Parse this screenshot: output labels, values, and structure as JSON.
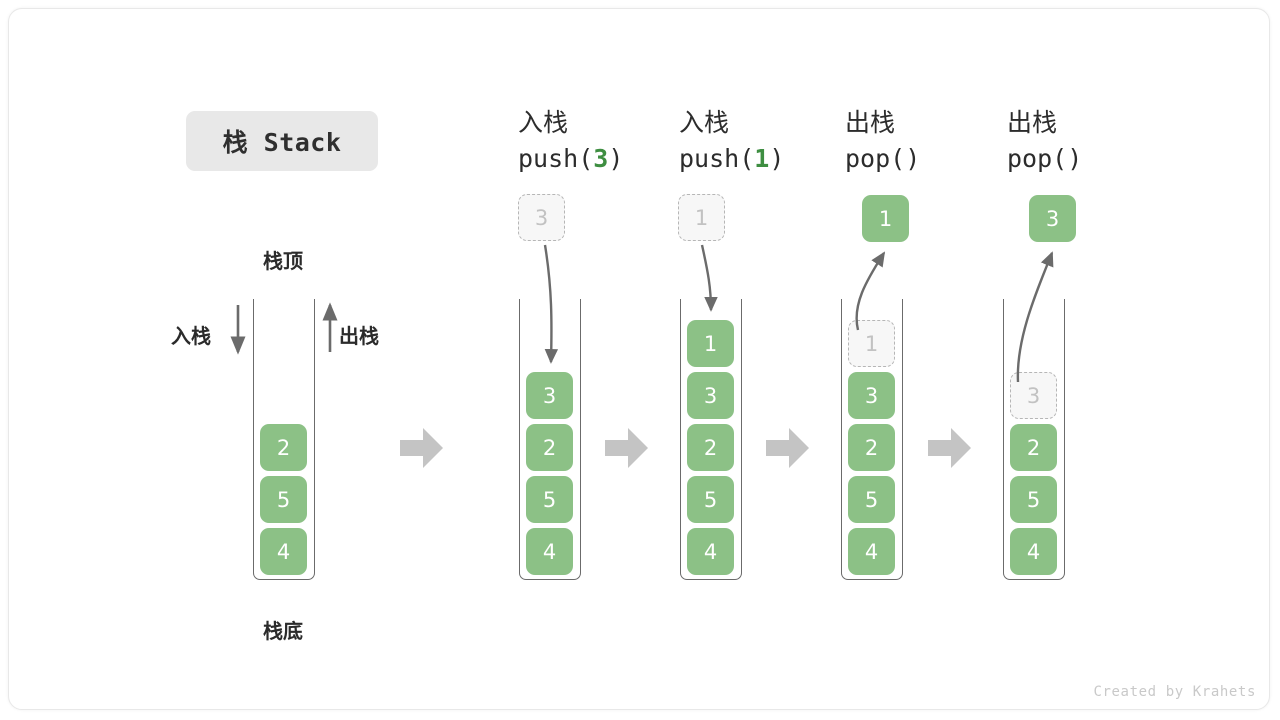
{
  "title_badge": {
    "label": "栈 Stack"
  },
  "credit": "Created by Krahets",
  "colors": {
    "cell_fill": "#8cc186",
    "cell_text": "#ffffff",
    "ghost_fill": "#f7f7f7",
    "ghost_border": "#b6b6b6",
    "ghost_text": "#c2c2c2",
    "channel_border": "#6b6b6b",
    "arrow_gray": "#c4c4c4",
    "curve_arrow": "#6b6b6b",
    "accent_green": "#3e8e41",
    "badge_bg": "#e8e8e8",
    "text_dark": "#2c2c2c"
  },
  "initial_stack": {
    "top_label": "栈顶",
    "bottom_label": "栈底",
    "push_label": "入栈",
    "pop_label": "出栈",
    "cells": [
      "2",
      "5",
      "4"
    ]
  },
  "steps": [
    {
      "id": "push-3",
      "cn": "入栈",
      "code_prefix": "push(",
      "code_value": "3",
      "code_suffix": ")",
      "floating": {
        "value": "3",
        "style": "ghost"
      },
      "cells": [
        {
          "value": "3",
          "style": "solid"
        },
        {
          "value": "2",
          "style": "solid"
        },
        {
          "value": "5",
          "style": "solid"
        },
        {
          "value": "4",
          "style": "solid"
        }
      ]
    },
    {
      "id": "push-1",
      "cn": "入栈",
      "code_prefix": "push(",
      "code_value": "1",
      "code_suffix": ")",
      "floating": {
        "value": "1",
        "style": "ghost"
      },
      "cells": [
        {
          "value": "1",
          "style": "solid"
        },
        {
          "value": "3",
          "style": "solid"
        },
        {
          "value": "2",
          "style": "solid"
        },
        {
          "value": "5",
          "style": "solid"
        },
        {
          "value": "4",
          "style": "solid"
        }
      ]
    },
    {
      "id": "pop-1",
      "cn": "出栈",
      "code_prefix": "pop(",
      "code_value": "",
      "code_suffix": ")",
      "floating": {
        "value": "1",
        "style": "solid"
      },
      "cells": [
        {
          "value": "1",
          "style": "ghost"
        },
        {
          "value": "3",
          "style": "solid"
        },
        {
          "value": "2",
          "style": "solid"
        },
        {
          "value": "5",
          "style": "solid"
        },
        {
          "value": "4",
          "style": "solid"
        }
      ]
    },
    {
      "id": "pop-2",
      "cn": "出栈",
      "code_prefix": "pop(",
      "code_value": "",
      "code_suffix": ")",
      "floating": {
        "value": "3",
        "style": "solid"
      },
      "cells": [
        {
          "value": "3",
          "style": "ghost"
        },
        {
          "value": "2",
          "style": "solid"
        },
        {
          "value": "5",
          "style": "solid"
        },
        {
          "value": "4",
          "style": "solid"
        }
      ]
    }
  ],
  "separators": [
    "right-arrow-icon",
    "right-arrow-icon",
    "right-arrow-icon",
    "right-arrow-icon"
  ]
}
